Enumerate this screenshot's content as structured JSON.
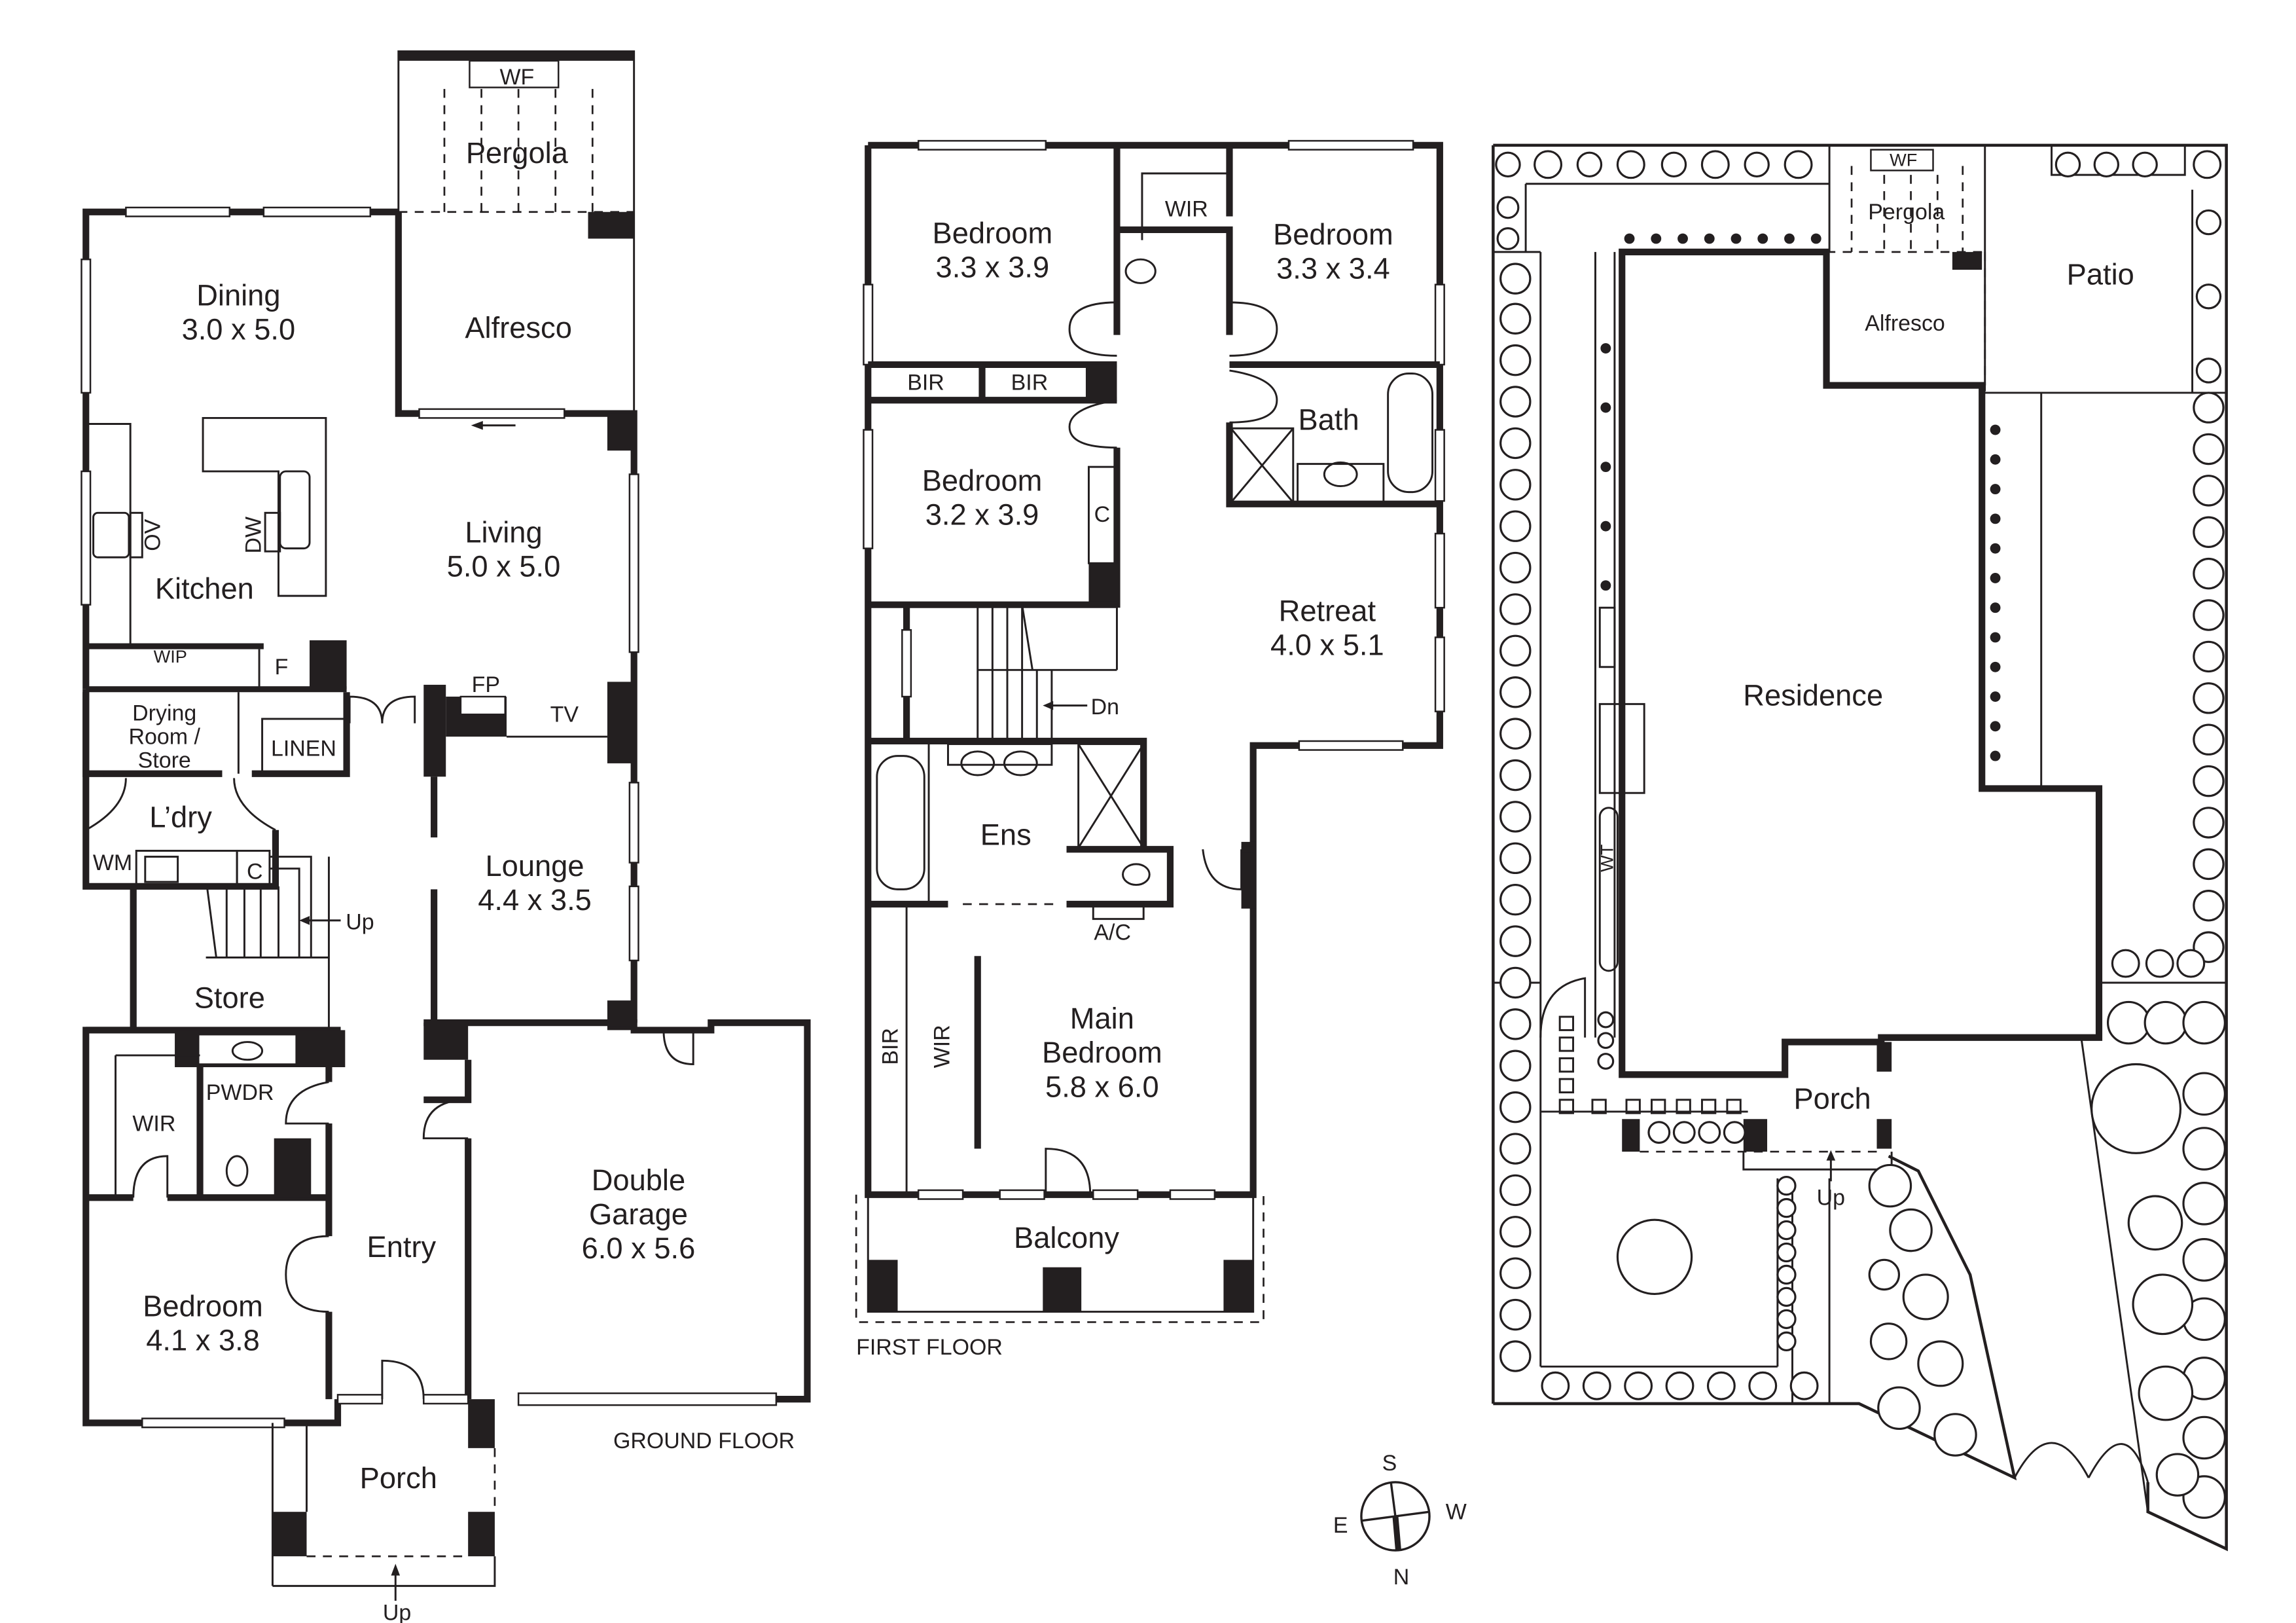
{
  "colors": {
    "ink": "#231f20",
    "background": "#ffffff"
  },
  "ground_floor": {
    "title": "GROUND FLOOR",
    "rooms": {
      "pergola": {
        "name": "Pergola",
        "fixture": "WF"
      },
      "alfresco": {
        "name": "Alfresco"
      },
      "dining": {
        "name": "Dining",
        "size": "3.0 x 5.0"
      },
      "kitchen": {
        "name": "Kitchen",
        "oven": "OV",
        "dishwasher": "DW",
        "pantry": "WIP",
        "fridge": "F"
      },
      "living": {
        "name": "Living",
        "size": "5.0 x 5.0",
        "fireplace": "FP",
        "tv": "TV"
      },
      "drying_room": {
        "line1": "Drying",
        "line2": "Room /",
        "line3": "Store"
      },
      "linen": {
        "name": "LINEN"
      },
      "laundry": {
        "name": "L’dry",
        "washing_machine": "WM",
        "cupboard": "C"
      },
      "stairs": {
        "direction": "Up"
      },
      "store": {
        "name": "Store"
      },
      "lounge": {
        "name": "Lounge",
        "size": "4.4 x 3.5"
      },
      "wir": {
        "name": "WIR"
      },
      "powder": {
        "name": "PWDR"
      },
      "entry": {
        "name": "Entry"
      },
      "bedroom": {
        "name": "Bedroom",
        "size": "4.1 x 3.8"
      },
      "garage": {
        "line1": "Double",
        "line2": "Garage",
        "size": "6.0 x 5.6"
      },
      "porch": {
        "name": "Porch",
        "direction": "Up"
      }
    }
  },
  "first_floor": {
    "title": "FIRST FLOOR",
    "rooms": {
      "bedroom_nw": {
        "name": "Bedroom",
        "size": "3.3 x 3.9"
      },
      "wir": {
        "name": "WIR"
      },
      "bedroom_ne": {
        "name": "Bedroom",
        "size": "3.3 x 3.4"
      },
      "bir_1": {
        "name": "BIR"
      },
      "bir_2": {
        "name": "BIR"
      },
      "bath": {
        "name": "Bath"
      },
      "bedroom_w": {
        "name": "Bedroom",
        "size": "3.2 x 3.9",
        "cupboard": "C"
      },
      "retreat": {
        "name": "Retreat",
        "size": "4.0 x 5.1"
      },
      "stairs": {
        "direction": "Dn"
      },
      "ensuite": {
        "name": "Ens",
        "ac": "A/C"
      },
      "main_bedroom": {
        "line1": "Main",
        "line2": "Bedroom",
        "size": "5.8 x 6.0",
        "bir": "BIR",
        "wir": "WIR"
      },
      "balcony": {
        "name": "Balcony"
      }
    }
  },
  "site_plan": {
    "pergola": {
      "name": "Pergola",
      "fixture": "WF"
    },
    "alfresco": {
      "name": "Alfresco"
    },
    "patio": {
      "name": "Patio"
    },
    "residence": {
      "name": "Residence"
    },
    "water_tank": {
      "name": "WT"
    },
    "porch": {
      "name": "Porch",
      "direction": "Up"
    }
  },
  "compass": {
    "s": "S",
    "w": "W",
    "e": "E",
    "n": "N"
  }
}
